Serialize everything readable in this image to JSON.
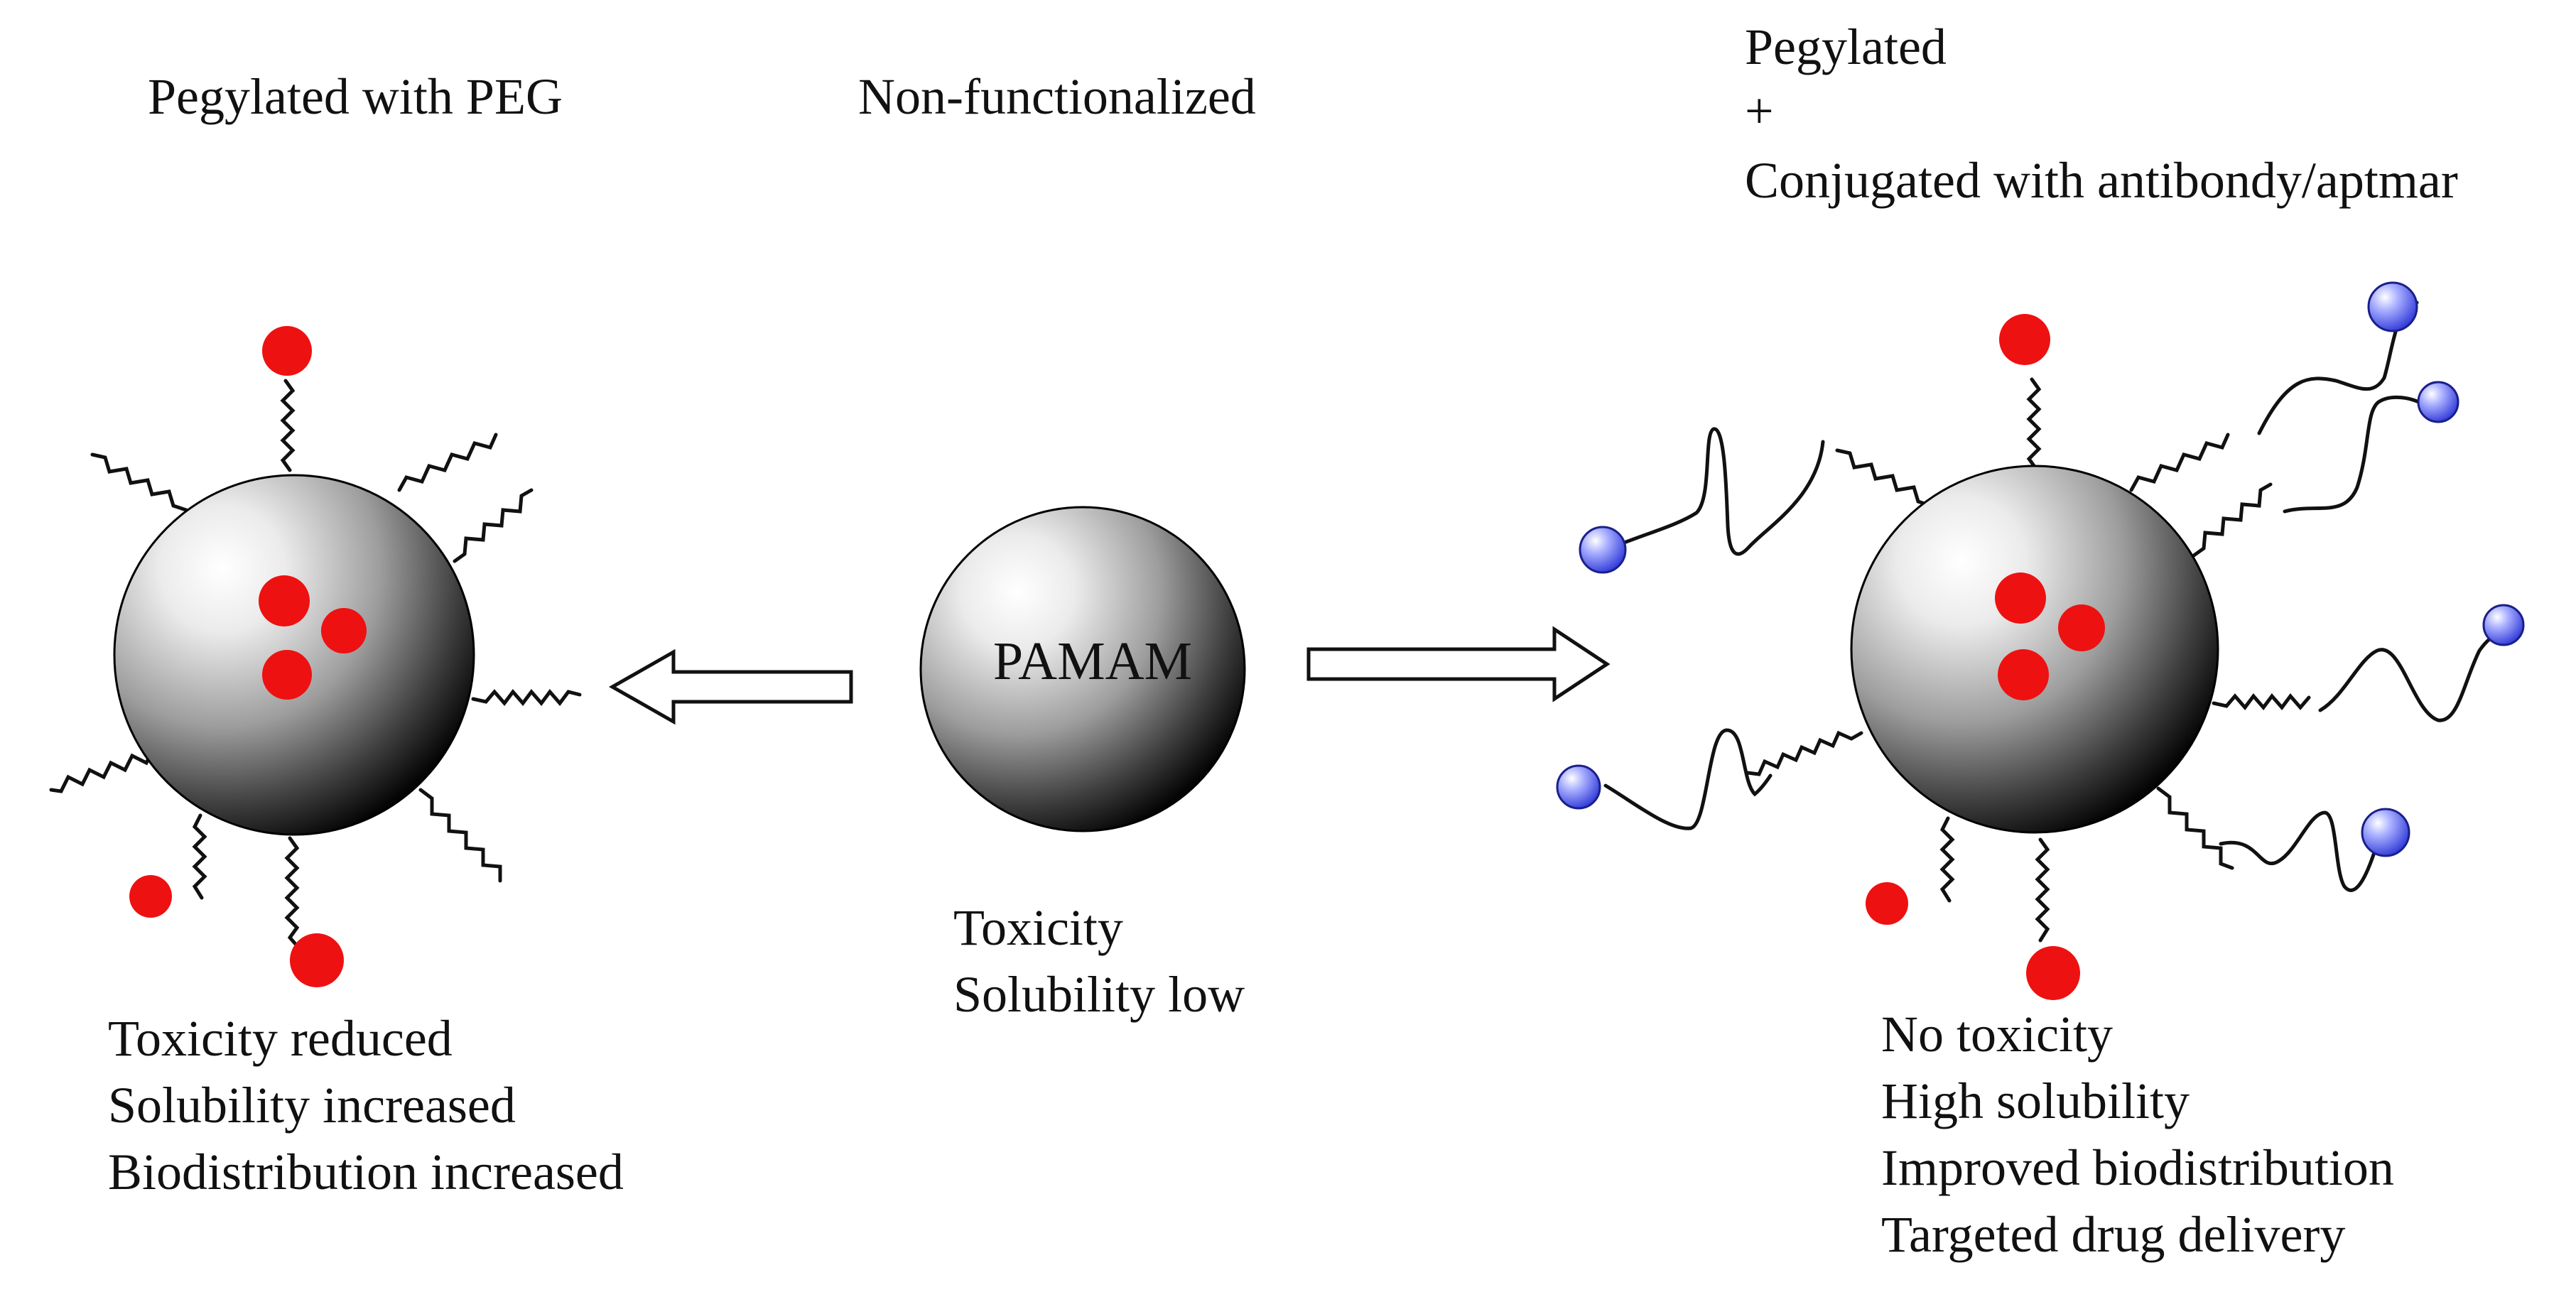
{
  "left": {
    "heading": "Pegylated with PEG",
    "properties": [
      "Toxicity reduced",
      "Solubility increased",
      "Biodistribution increased"
    ]
  },
  "center": {
    "heading": "Non-functionalized",
    "core_label": "PAMAM",
    "properties": [
      "Toxicity",
      "Solubility low"
    ]
  },
  "right": {
    "heading_lines": [
      "Pegylated",
      "+",
      "Conjugated with antibondy/aptmar"
    ],
    "properties": [
      "No toxicity",
      "High solubility",
      "Improved biodistribution",
      "Targeted drug delivery"
    ]
  },
  "colors": {
    "drug": "#ee1111",
    "ligand": "#3a45e8",
    "sphere_dark": "#000000",
    "sphere_light": "#ffffff",
    "line": "#111111"
  }
}
